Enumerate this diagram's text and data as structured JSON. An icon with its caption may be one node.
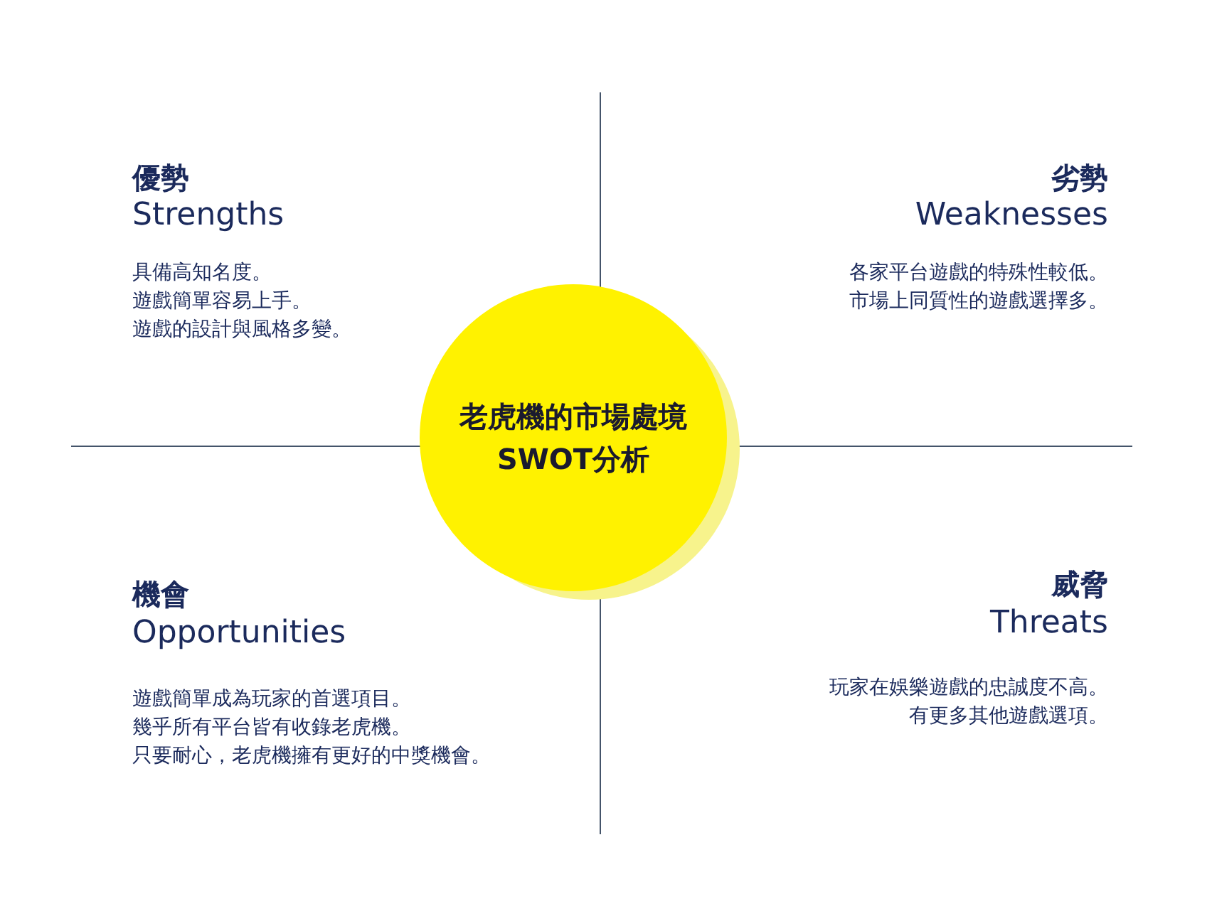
{
  "diagram": {
    "nodes": [
      {
        "text": [
          "老虎機的市場處境SWOT分析"
        ]
      }
    ],
    "labels": [
      "優勢",
      "Strengths",
      "具備高知名度。",
      "遊戲簡單容易上手。",
      "遊戲的設計與風格多變。",
      "劣勢",
      "Weaknesses",
      "各家平台遊戲的特殊性較低。",
      "市場上同質性的遊戲選擇多。",
      "機會",
      "Opportunities",
      "遊戲簡單成為玩家的首選項目。",
      "幾乎所有平台皆有收錄老虎機。",
      "只要耐心，老虎機擁有更好的中獎機會。",
      "威脅",
      "Threats",
      "玩家在娛樂遊戲的忠誠度不高。",
      "有更多其他遊戲選項。"
    ]
  }
}
